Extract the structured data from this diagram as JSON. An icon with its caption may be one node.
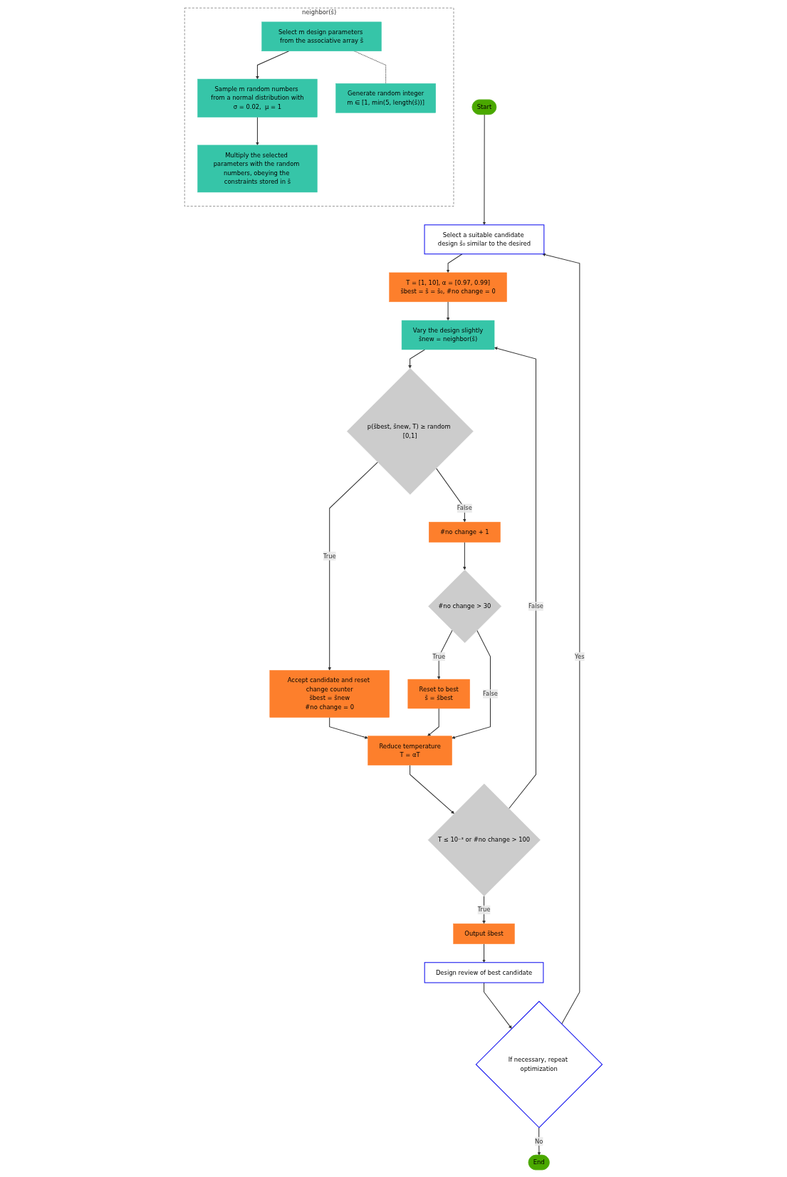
{
  "diagram": {
    "nodes": [
      {
        "text": [
          "Start"
        ]
      },
      {
        "text": [
          "Select a suitable candidate design s̄₀ similar to the desired"
        ]
      },
      {
        "text": [
          "T = [1, 10],  α = [0.97, 0.99]",
          "s̄best = s̄ = s̄₀,  #no change = 0"
        ]
      },
      {
        "text": [
          "Vary the design slightly",
          "s̄new = neighbor(s̄)"
        ]
      },
      {
        "text": [
          "p(s̄best, s̄new, T) ≥ random [0,1]"
        ]
      },
      {
        "text": [
          "Accept candidate and reset change counter",
          "s̄best = s̄new",
          "#no change = 0"
        ]
      },
      {
        "text": [
          "#no change + 1"
        ]
      },
      {
        "text": [
          "#no change > 30"
        ]
      },
      {
        "text": [
          "Reset to best",
          "s̄ = s̄best"
        ]
      },
      {
        "text": [
          "Reduce temperature",
          "T = αT"
        ]
      },
      {
        "text": [
          "T ≤ 10⁻³ or #no change > 100"
        ]
      },
      {
        "text": [
          "Output s̄best"
        ]
      },
      {
        "text": [
          "Design review of best candidate"
        ]
      },
      {
        "text": [
          "If necessary, repeat optimization"
        ]
      },
      {
        "text": [
          "End"
        ]
      },
      {
        "text": [
          "neighbor(s̄)"
        ]
      },
      {
        "text": [
          "Select m design parameters from the associative array s̄"
        ],
        "in": 15
      },
      {
        "text": [
          "Generate random integer",
          "m ∈ [1, min(5, length(s̄))]"
        ],
        "in": 15
      },
      {
        "text": [
          "Sample m random numbers from a normal distribution with",
          "σ = 0.02,  μ = 1"
        ],
        "in": 15
      },
      {
        "text": [
          "Multiply the selected parameters with the random numbers, obeying the constraints stored in s̄"
        ],
        "in": 15
      }
    ],
    "edges": [
      {
        "from": 0,
        "to": 1,
        "arrow": "to"
      },
      {
        "from": 1,
        "to": 2,
        "arrow": "to"
      },
      {
        "from": 2,
        "to": 3,
        "arrow": "to"
      },
      {
        "from": 3,
        "to": 4,
        "arrow": "to"
      },
      {
        "from": 4,
        "to": 5,
        "arrow": "to",
        "label": "True"
      },
      {
        "from": 4,
        "to": 6,
        "arrow": "to",
        "label": "False"
      },
      {
        "from": 6,
        "to": 7,
        "arrow": "to"
      },
      {
        "from": 7,
        "to": 8,
        "arrow": "to",
        "label": "True"
      },
      {
        "from": 7,
        "to": 9,
        "arrow": "to",
        "label": "False"
      },
      {
        "from": 5,
        "to": 9,
        "arrow": "to"
      },
      {
        "from": 8,
        "to": 9,
        "arrow": "to"
      },
      {
        "from": 9,
        "to": 10,
        "arrow": "to"
      },
      {
        "from": 10,
        "to": 3,
        "arrow": "to",
        "label": "False"
      },
      {
        "from": 10,
        "to": 11,
        "arrow": "to",
        "label": "True"
      },
      {
        "from": 11,
        "to": 12,
        "arrow": "to"
      },
      {
        "from": 12,
        "to": 13,
        "arrow": "to"
      },
      {
        "from": 13,
        "to": 1,
        "arrow": "to",
        "label": "Yes"
      },
      {
        "from": 13,
        "to": 14,
        "arrow": "to",
        "label": "No"
      },
      {
        "from": 16,
        "to": 18,
        "arrow": "to"
      },
      {
        "from": 16,
        "to": 17,
        "arrow": "none",
        "style": "dashed"
      },
      {
        "from": 18,
        "to": 19,
        "arrow": "to"
      }
    ]
  }
}
